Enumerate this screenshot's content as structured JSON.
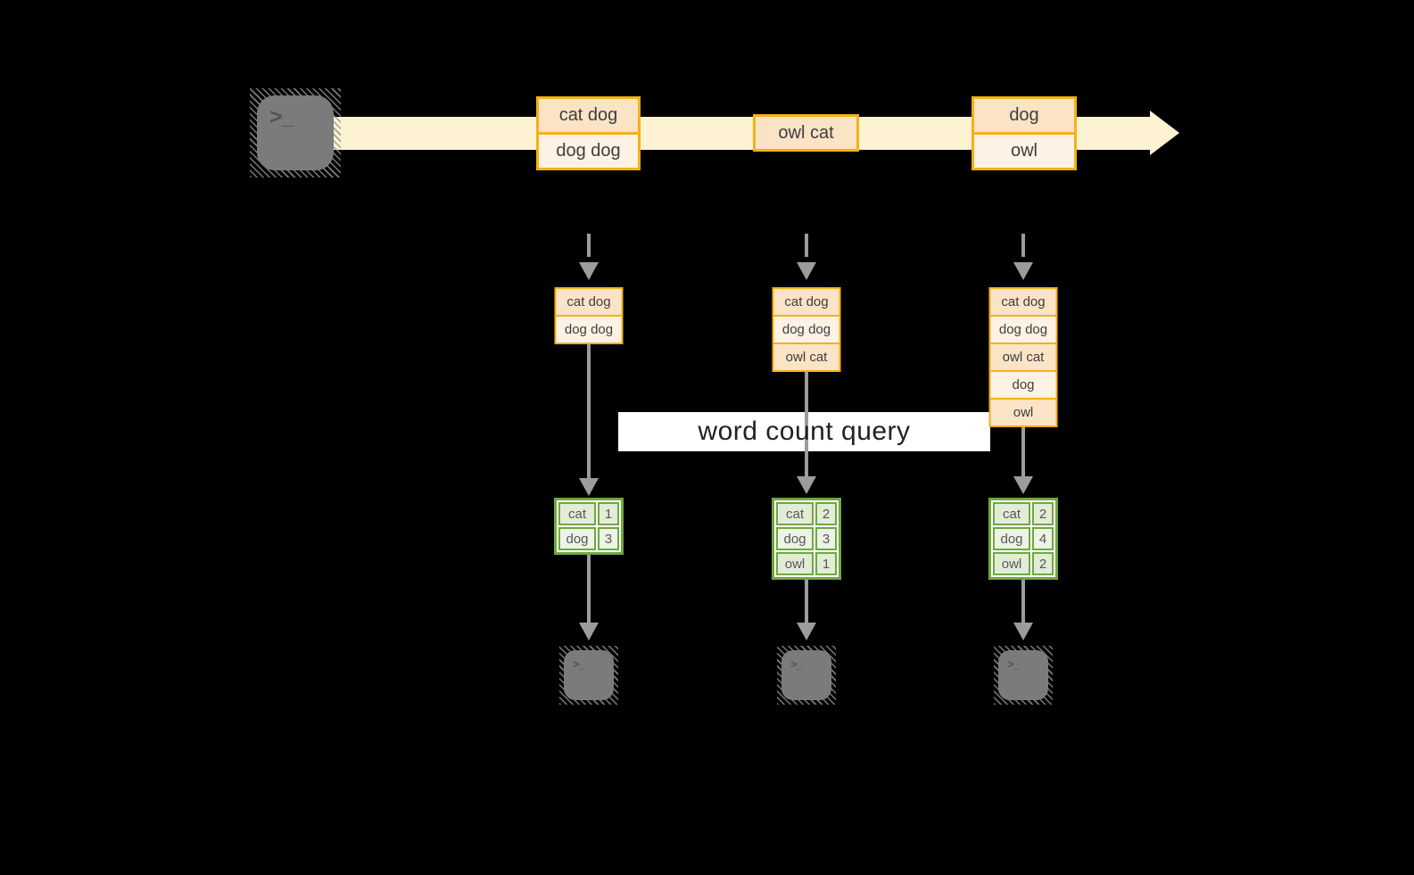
{
  "banner": {
    "label": "word count query"
  },
  "icons": {
    "terminal_glyph": ">_"
  },
  "stream": {
    "batches": [
      {
        "lines": [
          "cat dog",
          "dog dog"
        ]
      },
      {
        "lines": [
          "owl cat"
        ]
      },
      {
        "lines": [
          "dog",
          "owl"
        ]
      }
    ]
  },
  "columns": [
    {
      "accumulated": [
        "cat dog",
        "dog dog"
      ],
      "counts": [
        {
          "word": "cat",
          "count": "1"
        },
        {
          "word": "dog",
          "count": "3"
        }
      ]
    },
    {
      "accumulated": [
        "cat dog",
        "dog dog",
        "owl cat"
      ],
      "counts": [
        {
          "word": "cat",
          "count": "2"
        },
        {
          "word": "dog",
          "count": "3"
        },
        {
          "word": "owl",
          "count": "1"
        }
      ]
    },
    {
      "accumulated": [
        "cat dog",
        "dog dog",
        "owl cat",
        "dog",
        "owl"
      ],
      "counts": [
        {
          "word": "cat",
          "count": "2"
        },
        {
          "word": "dog",
          "count": "4"
        },
        {
          "word": "owl",
          "count": "2"
        }
      ]
    }
  ],
  "colors": {
    "background": "#000000",
    "stream_arrow": "#fdf2d1",
    "box_border_orange": "#f3b118",
    "box_fill_peach": "#fbe3c5",
    "box_fill_cream": "#fdf2e3",
    "table_border_green": "#6fa83f",
    "table_fill_green_dark": "#e2ecd6",
    "table_fill_green_light": "#edf3e7",
    "connector_gray": "#9c9c9c",
    "terminal_gray": "#7b7b7b",
    "banner_background": "#ffffff"
  }
}
